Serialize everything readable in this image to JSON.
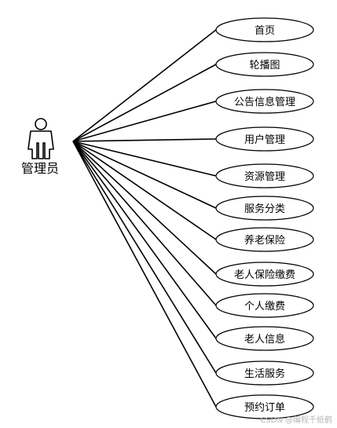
{
  "actor": {
    "label": "管理员",
    "icon": "user-icon"
  },
  "use_cases": [
    "首页",
    "轮播图",
    "公告信息管理",
    "用户管理",
    "资源管理",
    "服务分类",
    "养老保险",
    "老人保险缴费",
    "个人缴费",
    "老人信息",
    "生活服务",
    "预约订单"
  ],
  "watermark": "CSDN @编程千纸鹤",
  "colors": {
    "line": "#000000",
    "ellipse_fill": "#ffffff",
    "text": "#000000"
  }
}
